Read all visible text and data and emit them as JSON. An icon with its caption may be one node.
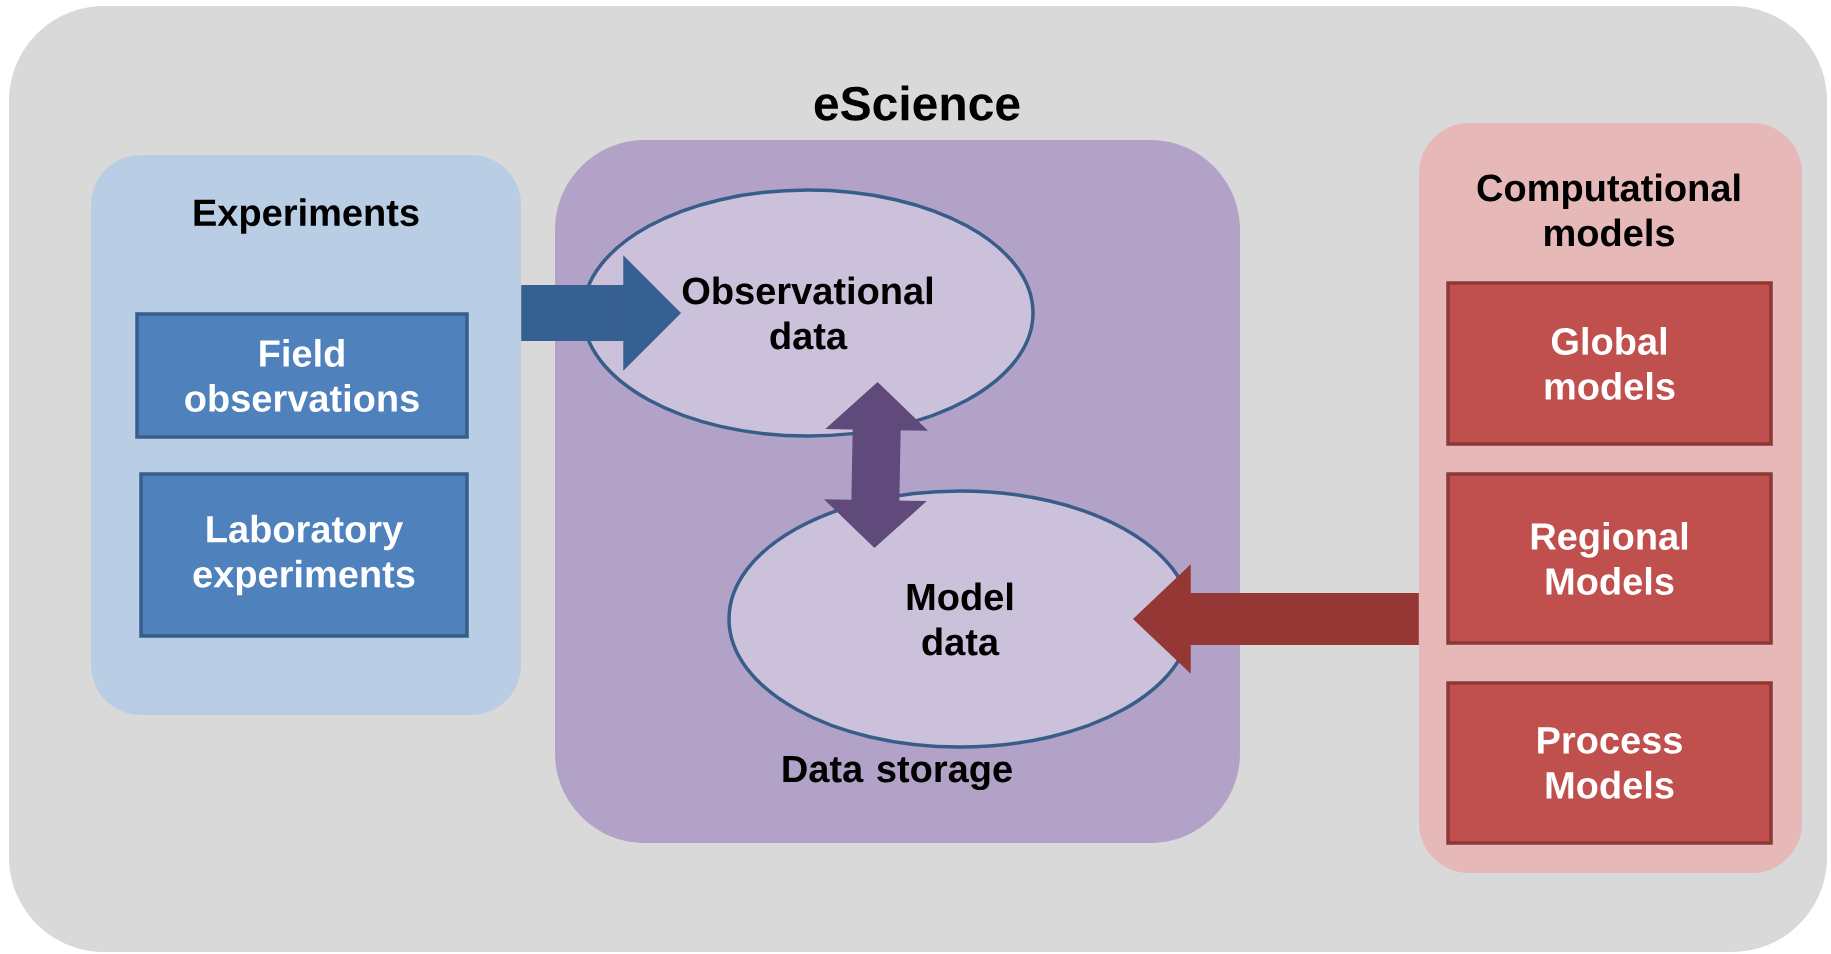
{
  "diagram": {
    "nodes": [
      {
        "text": [
          "eScience"
        ]
      },
      {
        "text": [
          "Experiments"
        ],
        "in": 0
      },
      {
        "text": [
          "Field observations"
        ],
        "in": 1
      },
      {
        "text": [
          "Laboratory experiments"
        ],
        "in": 1
      },
      {
        "text": [
          "Data storage"
        ],
        "in": 0
      },
      {
        "text": [
          "Observational data"
        ],
        "in": 4
      },
      {
        "text": [
          "Model data"
        ],
        "in": 4
      },
      {
        "text": [
          "Computational models"
        ],
        "in": 0
      },
      {
        "text": [
          "Global models"
        ],
        "in": 7
      },
      {
        "text": [
          "Regional Models"
        ],
        "in": 7
      },
      {
        "text": [
          "Process Models"
        ],
        "in": 7
      }
    ],
    "edges": [
      {
        "from": 1,
        "to": 5,
        "arrow": "to",
        "color": "#376092"
      },
      {
        "from": 5,
        "to": 6,
        "arrow": "both",
        "color": "#604a7b"
      },
      {
        "from": 7,
        "to": 6,
        "arrow": "to",
        "color": "#953735"
      }
    ]
  }
}
